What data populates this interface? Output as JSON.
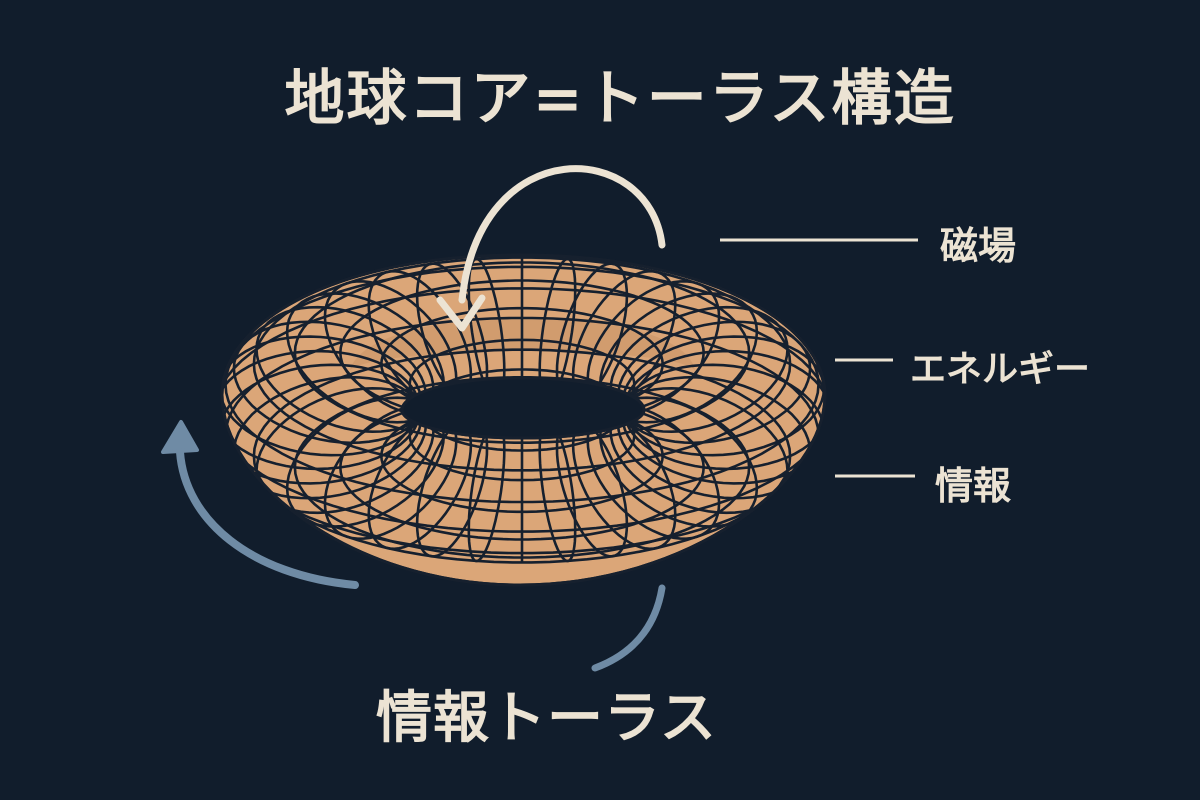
{
  "diagram": {
    "title": "地球コア=トーラス構造",
    "bottom_label": "情報トーラス",
    "side_labels": {
      "magnetic_field": "磁場",
      "energy": "エネルギー",
      "information": "情報"
    },
    "colors": {
      "background": "#111d2c",
      "torus_fill": "#dba678",
      "torus_shadow": "#c99466",
      "grid_lines": "#16202e",
      "text": "#ece3d3",
      "top_arrow": "#ece3d3",
      "left_arrow": "#6f8ba5",
      "bottom_curve": "#6f8ba5"
    }
  }
}
